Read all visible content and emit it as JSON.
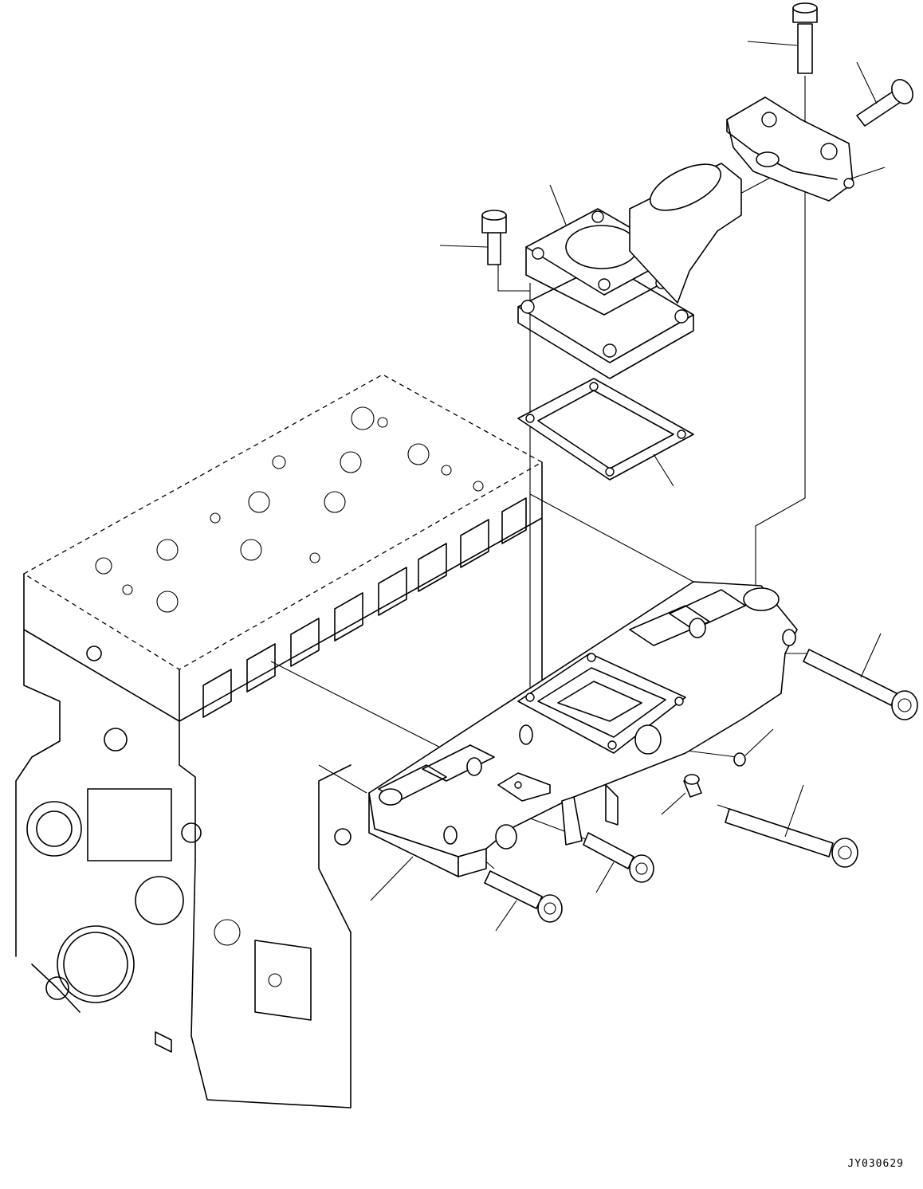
{
  "drawing": {
    "code": "JY030629",
    "components": [
      "engine-block",
      "intake-manifold",
      "intake-connector",
      "mounting-bracket",
      "gasket",
      "bolt",
      "plug"
    ]
  }
}
